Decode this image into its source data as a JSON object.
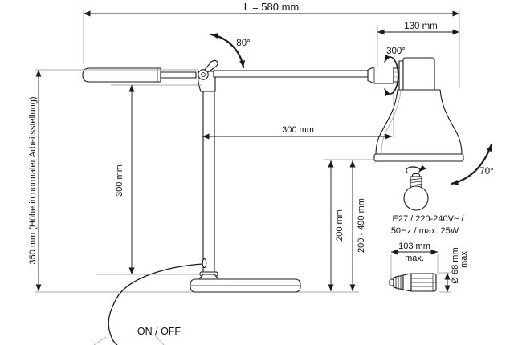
{
  "diagram": {
    "top": {
      "total_length": "L = 580 mm",
      "head_offset": "130 mm"
    },
    "angles": {
      "arm_pivot": "80°",
      "head_swivel": "300°",
      "head_tilt": "70°"
    },
    "dimensions": {
      "arm_reach": "300 mm",
      "pole_height": "300 mm",
      "overall_height": "350 mm (Höhe in normaler Arbeitsstellung)",
      "shade_height_current": "200 mm",
      "shade_height_range": "200 - 490 mm"
    },
    "bulb": {
      "spec_line1": "E27 / 220-240V~ /",
      "spec_line2": "50Hz / max. 25W",
      "max_length": "103 mm",
      "max_length_suffix": "max.",
      "max_diameter": "Ø 68 mm",
      "max_diameter_suffix": "max."
    },
    "switch": {
      "label": "ON / OFF"
    },
    "colors": {
      "line": "#1a1a1a",
      "extension": "#aaaaaa",
      "background": "#ffffff"
    }
  }
}
